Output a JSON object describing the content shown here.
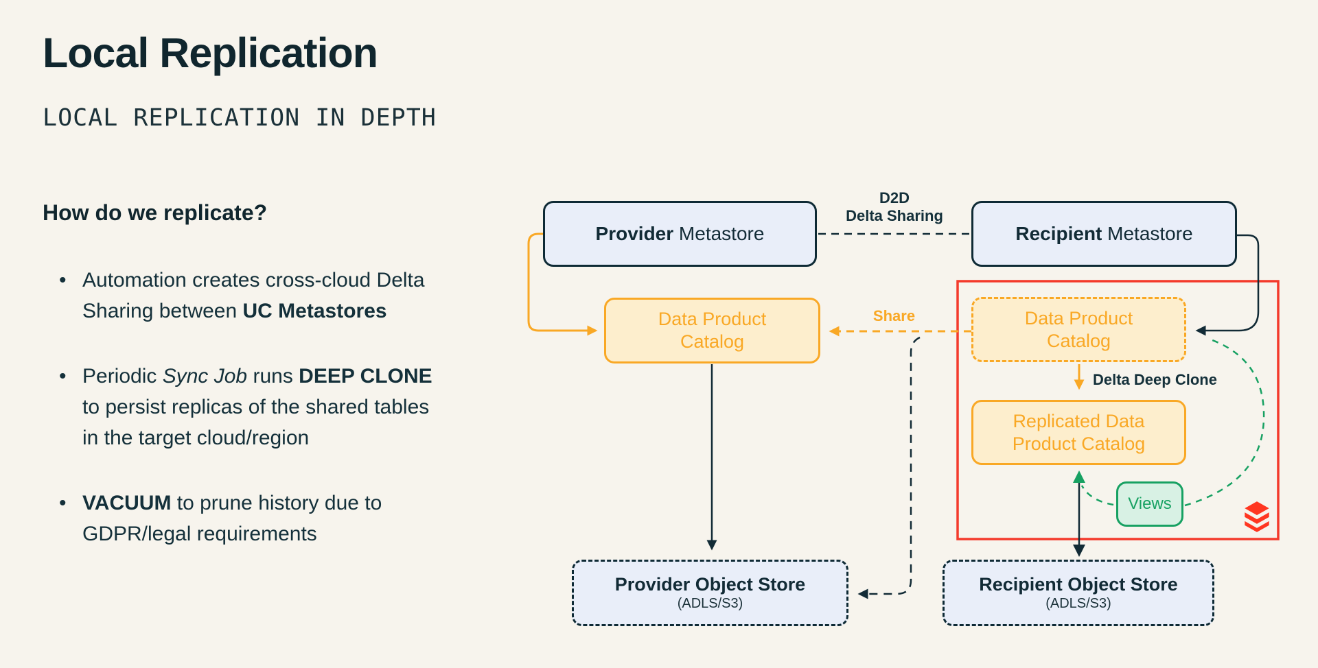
{
  "slide": {
    "title": "Local Replication",
    "subtitle": "LOCAL REPLICATION IN DEPTH",
    "heading": "How do we replicate?",
    "bullets": {
      "b1": {
        "t1": "Automation creates cross-cloud Delta Sharing between ",
        "t2_bold": "UC Metastores"
      },
      "b2": {
        "t1": "Periodic ",
        "t2_italic": "Sync Job",
        "t3": " runs ",
        "t4_bold": "DEEP CLONE",
        "t5": " to persist replicas of the shared tables in the target cloud/region"
      },
      "b3": {
        "t1_bold": "VACUUM",
        "t2": " to prune history due to GDPR/legal requirements"
      }
    }
  },
  "diagram": {
    "provider_metastore": {
      "bold": "Provider",
      "rest": " Metastore"
    },
    "recipient_metastore": {
      "bold": "Recipient",
      "rest": " Metastore"
    },
    "data_product_catalog_left": {
      "line1": "Data Product",
      "line2": "Catalog"
    },
    "data_product_catalog_right": {
      "line1": "Data Product",
      "line2": "Catalog"
    },
    "replicated_catalog": {
      "line1": "Replicated Data",
      "line2": "Product Catalog"
    },
    "views_box": "Views",
    "provider_object_store": {
      "title": "Provider Object Store",
      "sub": "(ADLS/S3)"
    },
    "recipient_object_store": {
      "title": "Recipient Object Store",
      "sub": "(ADLS/S3)"
    },
    "labels": {
      "d2d_line1": "D2D",
      "d2d_line2": "Delta Sharing",
      "share": "Share",
      "delta_deep_clone": "Delta Deep Clone"
    },
    "icons": {
      "brand_logo": "databricks-logo"
    },
    "colors": {
      "background": "#f7f4ed",
      "ink": "#122b36",
      "box_blue": "#e9eef9",
      "accent_orange": "#f9a825",
      "orange_fill": "#fdeecd",
      "accent_green": "#17a162",
      "green_fill": "#d8f1e4",
      "accent_red": "#f43a2b",
      "logo_red": "#ff3621"
    }
  }
}
